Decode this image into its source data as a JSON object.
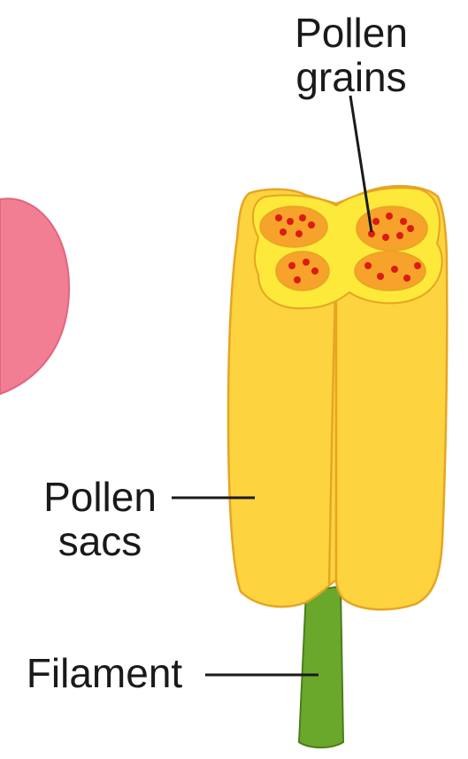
{
  "labels": {
    "pollen_grains": {
      "line1": "Pollen",
      "line2": "grains"
    },
    "pollen_sacs": {
      "line1": "Pollen",
      "line2": "sacs"
    },
    "filament": "Filament"
  },
  "colors": {
    "petal": "#f27e93",
    "petal_edge": "#e0667e",
    "anther": "#fdd33f",
    "anther_edge": "#e6a524",
    "chamber_outer": "#fde93a",
    "chamber_inner": "#f7a22a",
    "pollen_grain": "#dd1a16",
    "filament": "#6aa82c",
    "filament_edge": "#4a7e1c",
    "leader_line": "#1a1a1a"
  }
}
